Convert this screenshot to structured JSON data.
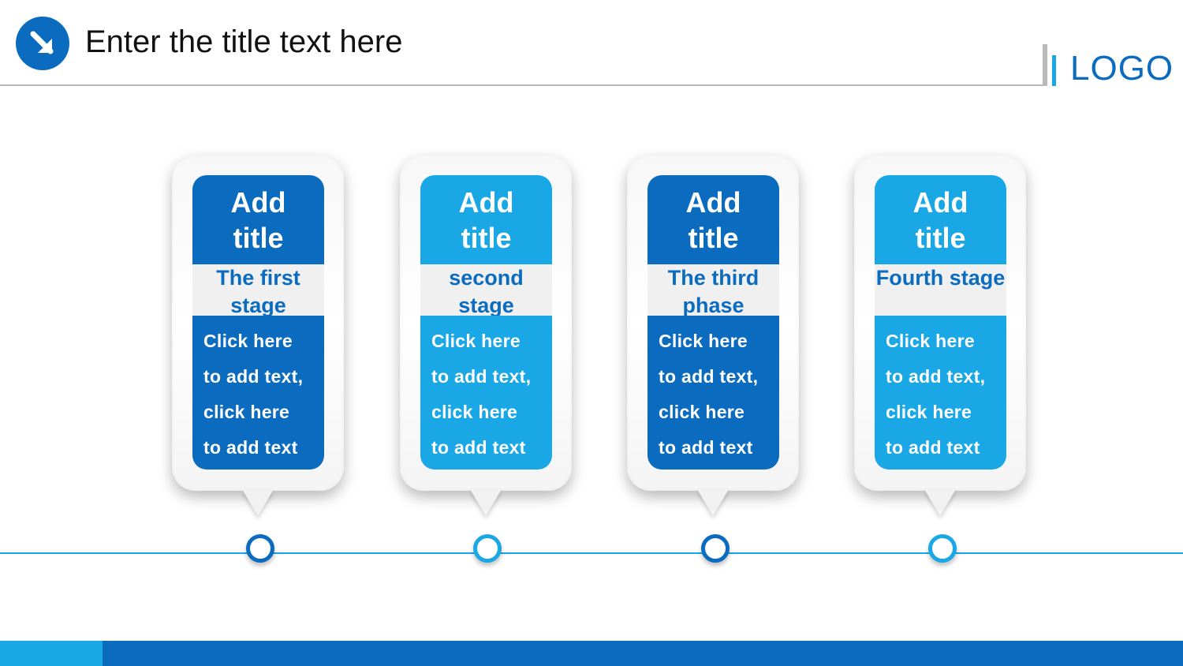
{
  "header": {
    "title": "Enter the title text here",
    "icon": "arrow-down-right-icon",
    "logo": "LOGO"
  },
  "colors": {
    "dark_blue": "#0b6cbf",
    "light_blue": "#1aa7e6",
    "gray": "#b9b9b9"
  },
  "cards": [
    {
      "title": "Add title",
      "stage": "The first stage",
      "body": "Click here\nto add text,\nclick here\nto add text",
      "accent": "#0b6cbf"
    },
    {
      "title": "Add title",
      "stage": "second stage",
      "body": "Click here\nto add text,\nclick here\nto add text",
      "accent": "#1aa7e6"
    },
    {
      "title": "Add title",
      "stage": "The third phase",
      "body": "Click here\nto add text,\nclick here\nto add text",
      "accent": "#0b6cbf"
    },
    {
      "title": "Add title",
      "stage": "Fourth stage",
      "body": "Click here\nto add text,\nclick here\nto add text",
      "accent": "#1aa7e6"
    }
  ]
}
